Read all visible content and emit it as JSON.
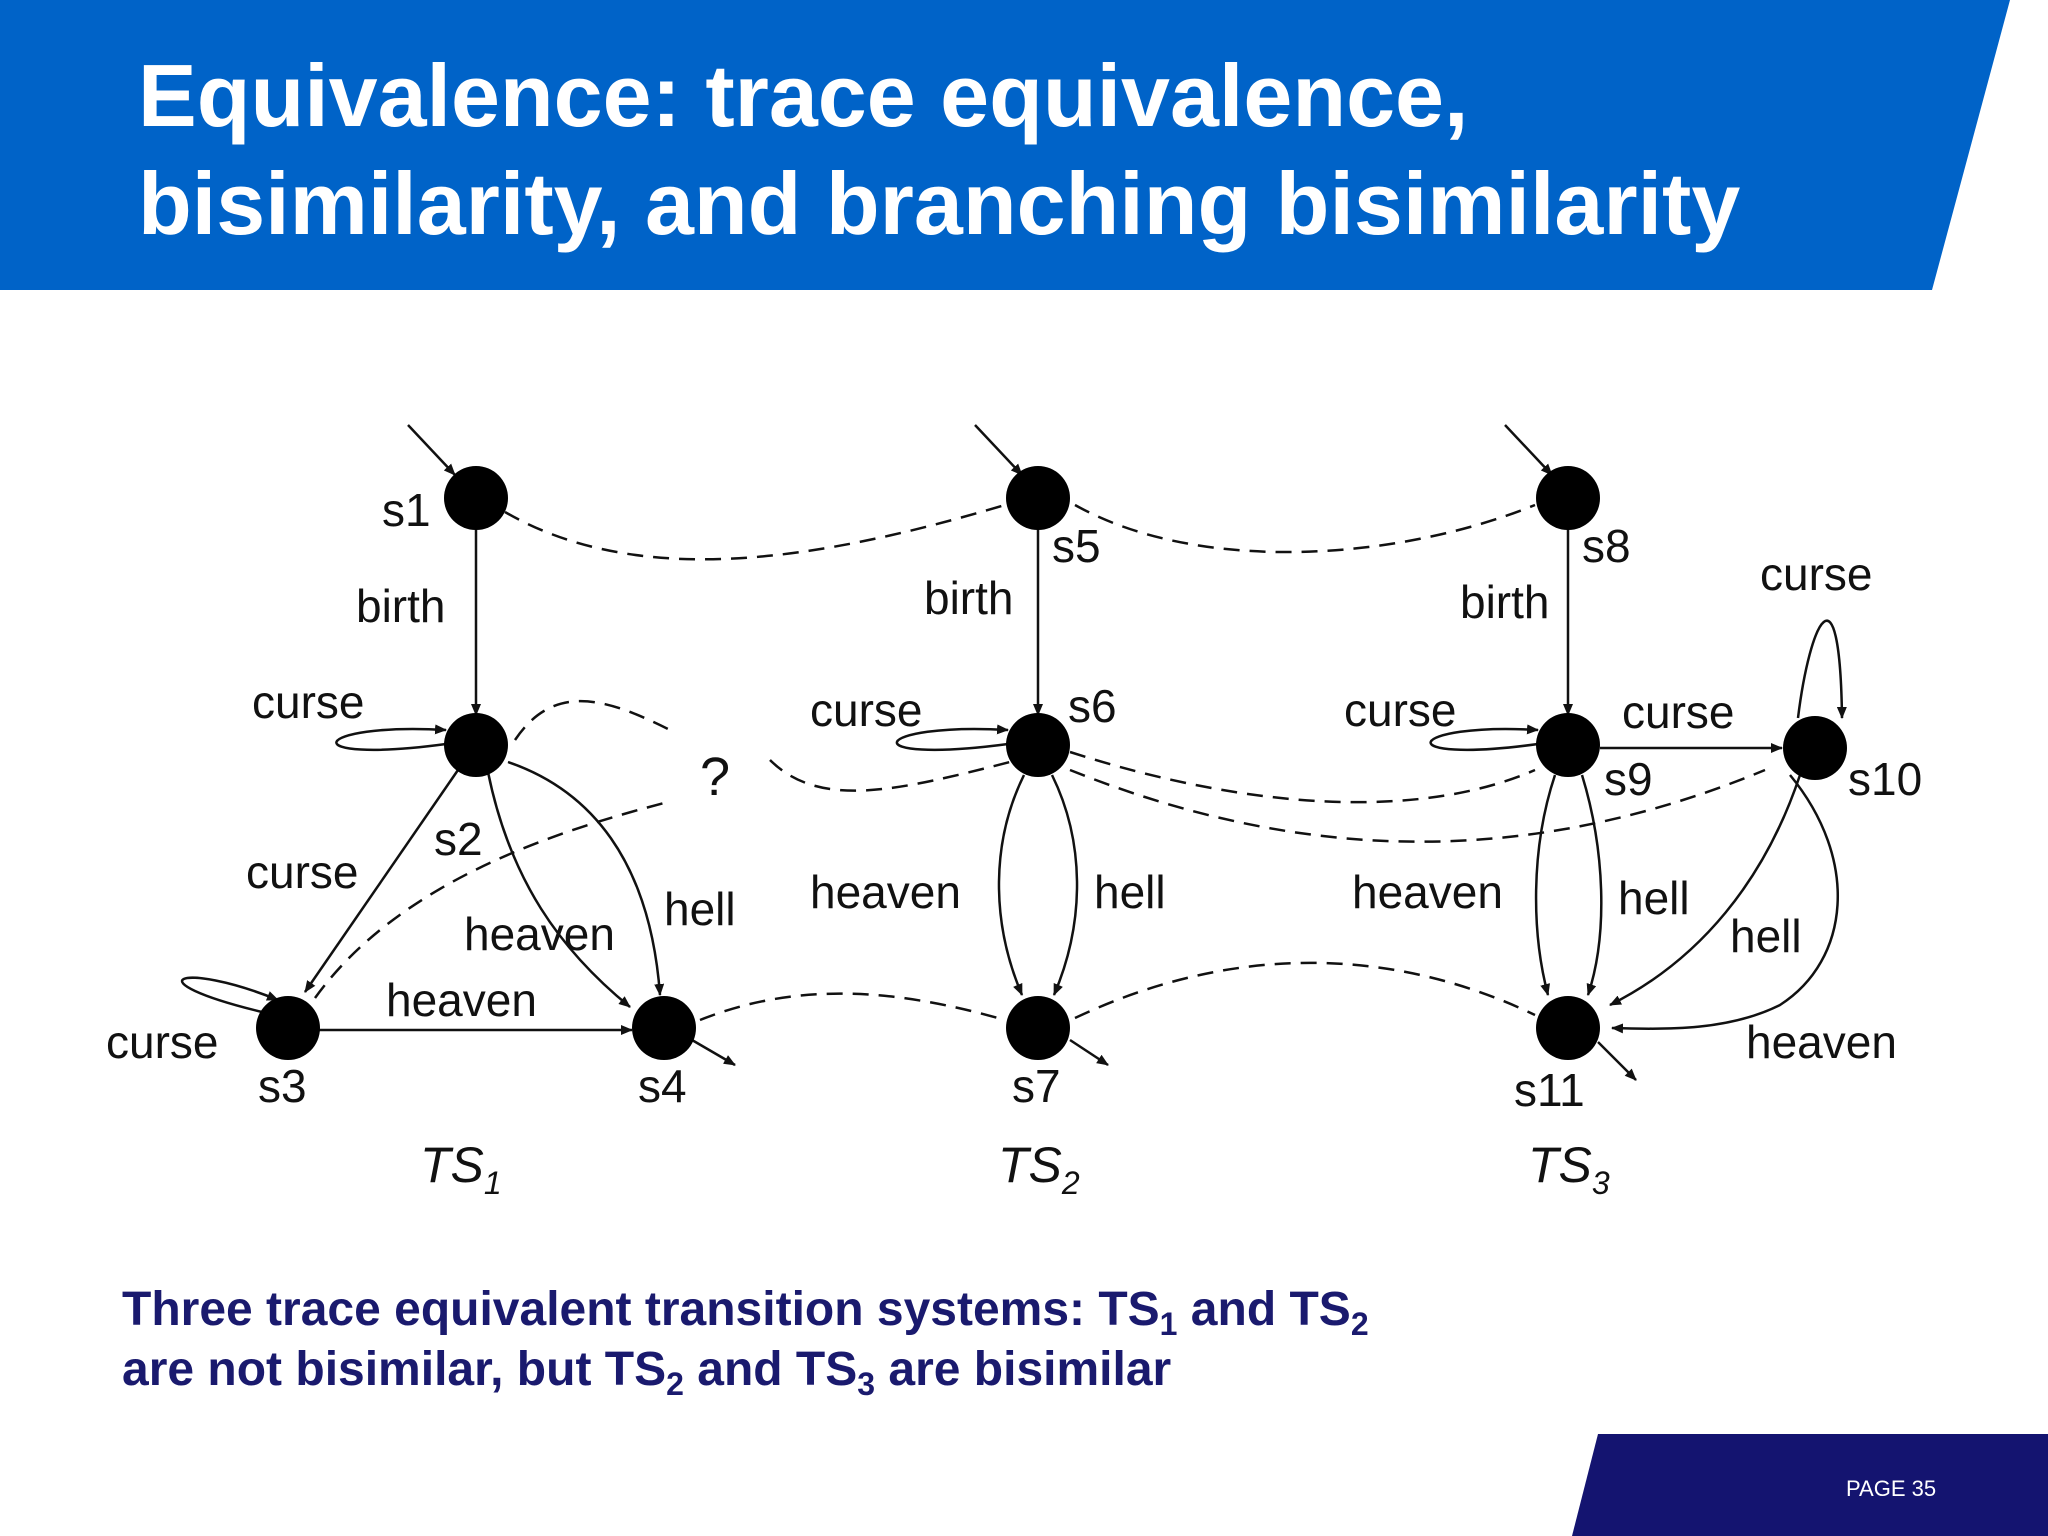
{
  "slide": {
    "title_line_1": "Equivalence: trace equivalence,",
    "title_line_2": "bisimilarity, and branching bisimilarity",
    "page_number": "PAGE 35",
    "colors": {
      "header": "#0063c8",
      "footer": "#141470",
      "caption": "#1a1a6e"
    }
  },
  "diagram": {
    "question_mark": "?",
    "systems": [
      {
        "id": "TS1",
        "name": "TS",
        "sub": "1"
      },
      {
        "id": "TS2",
        "name": "TS",
        "sub": "2"
      },
      {
        "id": "TS3",
        "name": "TS",
        "sub": "3"
      }
    ],
    "states": [
      "s1",
      "s2",
      "s3",
      "s4",
      "s5",
      "s6",
      "s7",
      "s8",
      "s9",
      "s10",
      "s11"
    ],
    "initial_states": [
      "s1",
      "s5",
      "s8"
    ],
    "transitions": [
      {
        "from": "s1",
        "to": "s2",
        "label": "birth"
      },
      {
        "from": "s2",
        "to": "s2",
        "label": "curse"
      },
      {
        "from": "s2",
        "to": "s3",
        "label": "curse"
      },
      {
        "from": "s2",
        "to": "s4",
        "label": "heaven"
      },
      {
        "from": "s2",
        "to": "s4",
        "label": "hell"
      },
      {
        "from": "s3",
        "to": "s3",
        "label": "curse"
      },
      {
        "from": "s3",
        "to": "s4",
        "label": "heaven"
      },
      {
        "from": "s5",
        "to": "s6",
        "label": "birth"
      },
      {
        "from": "s6",
        "to": "s6",
        "label": "curse"
      },
      {
        "from": "s6",
        "to": "s7",
        "label": "heaven"
      },
      {
        "from": "s6",
        "to": "s7",
        "label": "hell"
      },
      {
        "from": "s8",
        "to": "s9",
        "label": "birth"
      },
      {
        "from": "s9",
        "to": "s9",
        "label": "curse"
      },
      {
        "from": "s9",
        "to": "s10",
        "label": "curse"
      },
      {
        "from": "s10",
        "to": "s10",
        "label": "curse"
      },
      {
        "from": "s9",
        "to": "s11",
        "label": "heaven"
      },
      {
        "from": "s9",
        "to": "s11",
        "label": "hell"
      },
      {
        "from": "s10",
        "to": "s11",
        "label": "hell"
      },
      {
        "from": "s10",
        "to": "s11",
        "label": "heaven"
      }
    ],
    "relation_links": [
      [
        "s1",
        "s5"
      ],
      [
        "s5",
        "s8"
      ],
      [
        "s2",
        "s6"
      ],
      [
        "s3",
        "s6"
      ],
      [
        "s6",
        "s9"
      ],
      [
        "s6",
        "s10"
      ],
      [
        "s4",
        "s7"
      ],
      [
        "s7",
        "s11"
      ]
    ]
  },
  "caption": {
    "line1_a": "Three trace equivalent transition systems: TS",
    "line1_sub1": "1",
    "line1_b": " and TS",
    "line1_sub2": "2",
    "line2_a": "are not bisimilar, but TS",
    "line2_sub1": "2",
    "line2_b": " and TS",
    "line2_sub2": "3",
    "line2_c": " are bisimilar"
  }
}
